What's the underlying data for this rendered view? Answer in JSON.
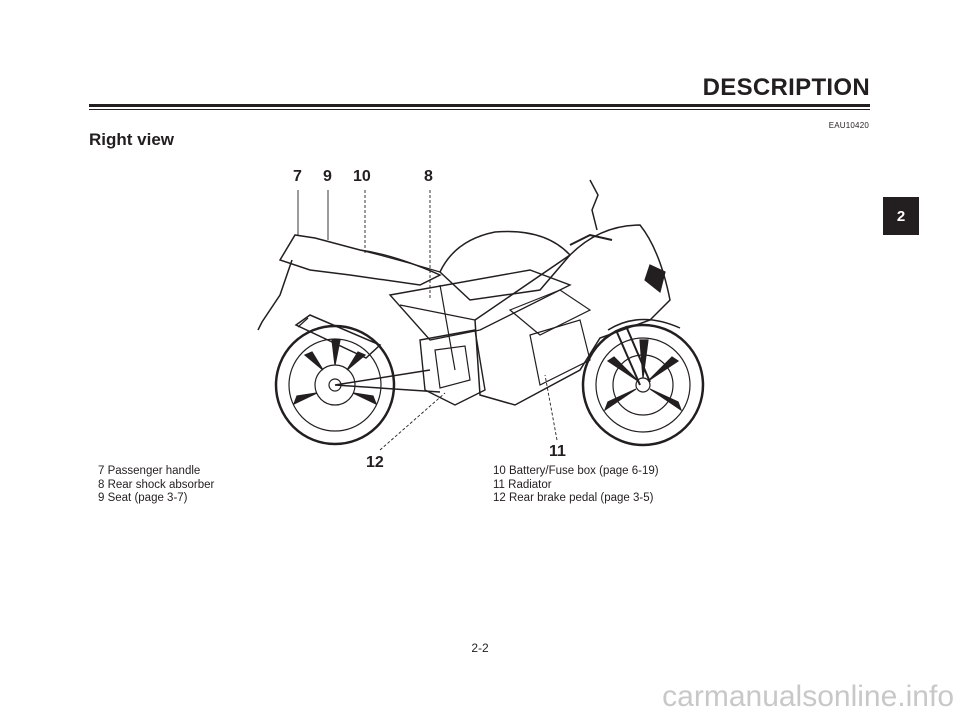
{
  "header": {
    "section_title": "DESCRIPTION",
    "doc_code": "EAU10420"
  },
  "heading": "Right view",
  "chapter_tab": "2",
  "figure": {
    "callouts": [
      "7",
      "9",
      "10",
      "8",
      "11",
      "12"
    ]
  },
  "legend": {
    "left": [
      "7 Passenger handle",
      "8 Rear shock absorber",
      "9 Seat (page 3-7)"
    ],
    "right": [
      "10 Battery/Fuse box (page 6-19)",
      "11 Radiator",
      "12 Rear brake pedal (page 3-5)"
    ]
  },
  "page_number": "2-2",
  "watermark": "carmanualsonline.info"
}
